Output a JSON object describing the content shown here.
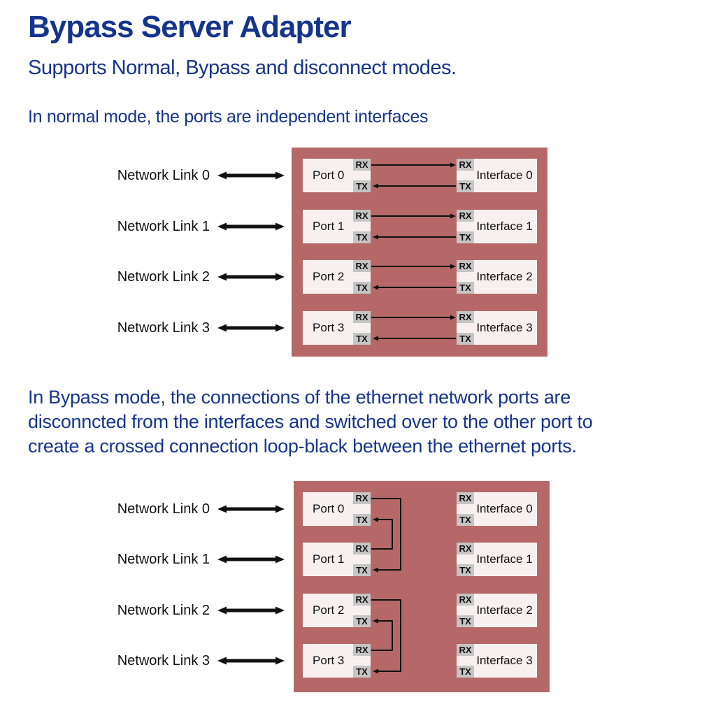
{
  "header": {
    "title": "Bypass Server Adapter",
    "subtitle": "Supports Normal, Bypass and disconnect modes."
  },
  "sections": {
    "normal_intro": "In normal mode, the ports are independent interfaces",
    "bypass_intro_lines": [
      "In Bypass mode, the connections of the ethernet network ports are",
      "disconncted from the interfaces and switched over to the other port to",
      "create a crossed connection loop-black between the ethernet ports."
    ]
  },
  "labels": {
    "rx": "RX",
    "tx": "TX"
  },
  "diagram_normal": {
    "rows": [
      {
        "link": "Network Link 0",
        "port": "Port 0",
        "interface": "Interface 0"
      },
      {
        "link": "Network Link 1",
        "port": "Port 1",
        "interface": "Interface 1"
      },
      {
        "link": "Network Link 2",
        "port": "Port 2",
        "interface": "Interface 2"
      },
      {
        "link": "Network Link 3",
        "port": "Port 3",
        "interface": "Interface 3"
      }
    ]
  },
  "diagram_bypass": {
    "rows": [
      {
        "link": "Network Link 0",
        "port": "Port 0",
        "interface": "Interface 0"
      },
      {
        "link": "Network Link 1",
        "port": "Port 1",
        "interface": "Interface 1"
      },
      {
        "link": "Network Link 2",
        "port": "Port 2",
        "interface": "Interface 2"
      },
      {
        "link": "Network Link 3",
        "port": "Port 3",
        "interface": "Interface 3"
      }
    ]
  },
  "colors": {
    "panel_red": "#b66868",
    "box_fill": "#f8efef",
    "tab_gray": "#c5c5c5",
    "heading_navy": "#17348c",
    "line_black": "#111111"
  }
}
